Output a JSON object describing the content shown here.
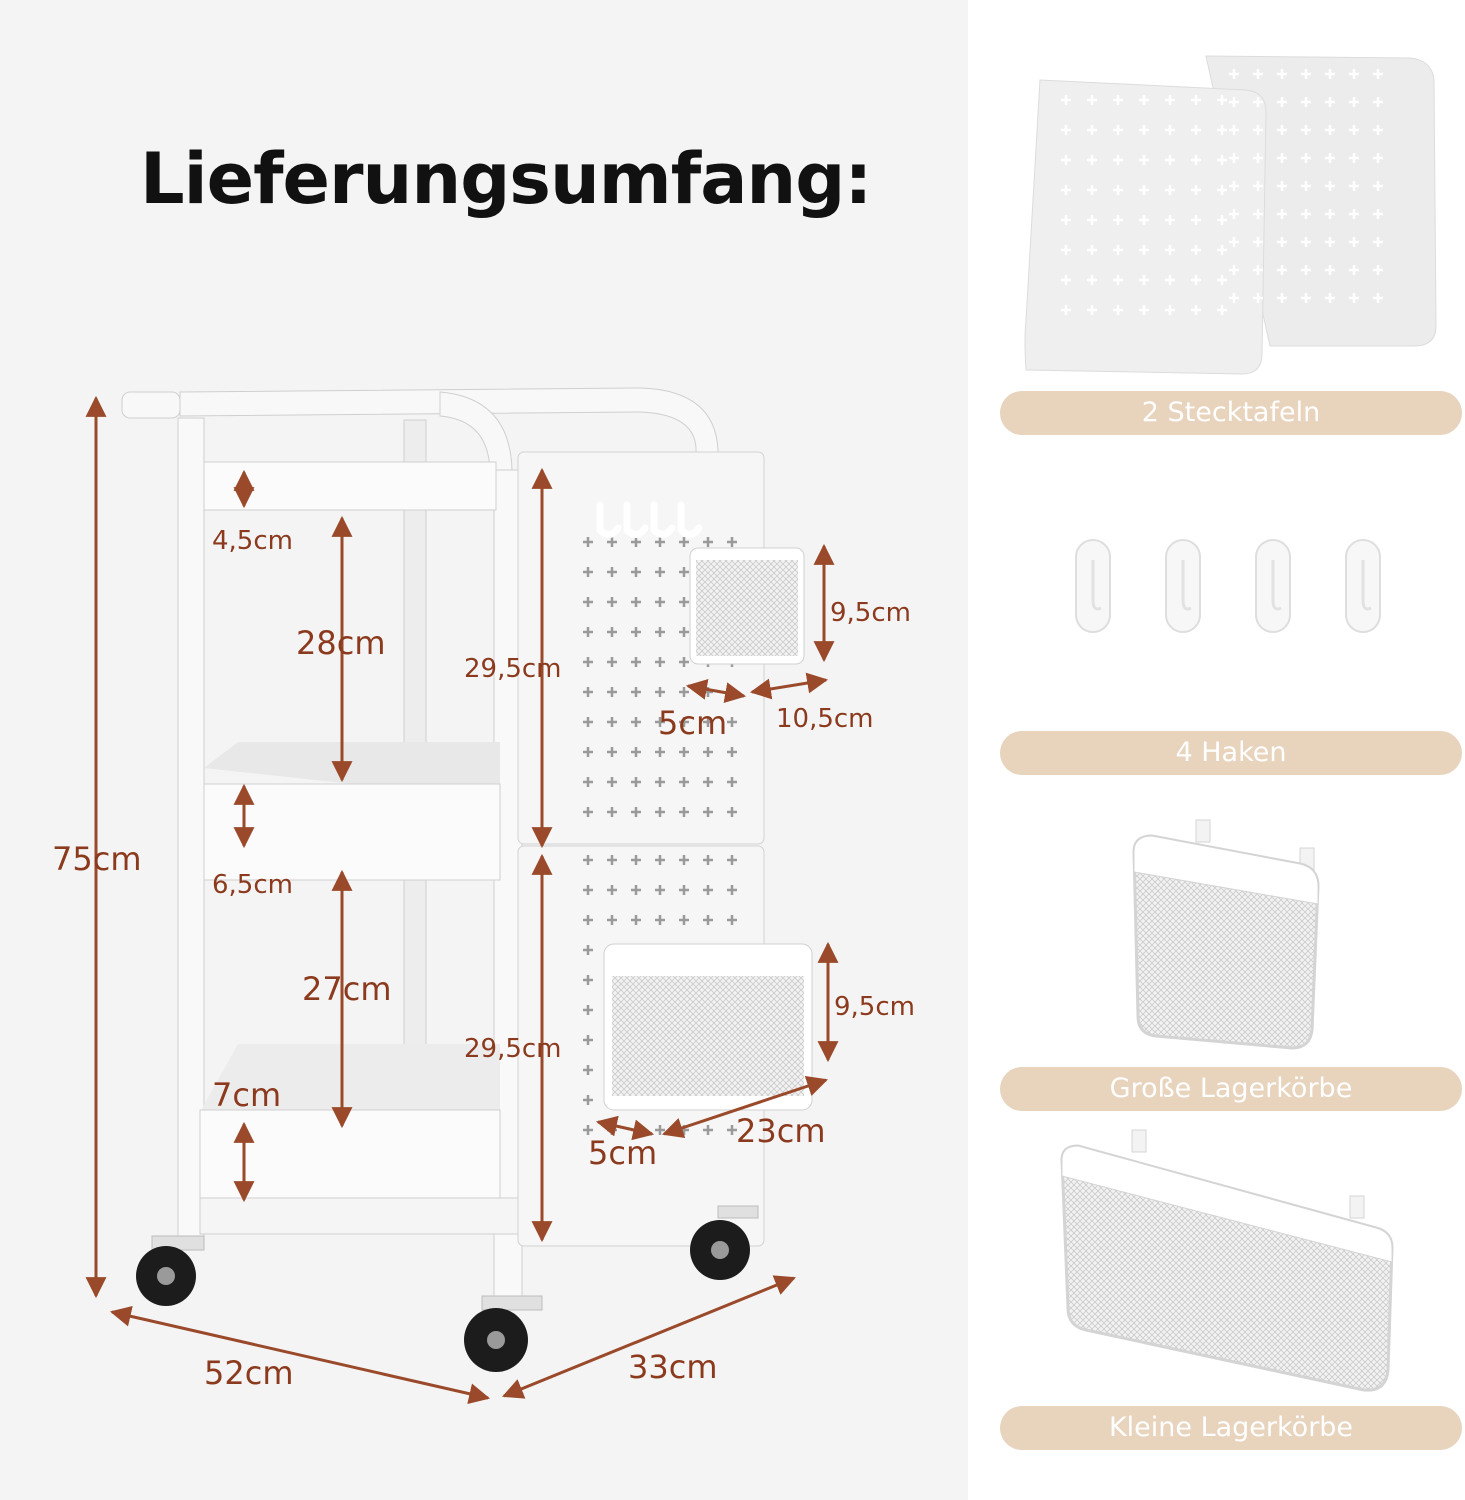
{
  "headline": "Lieferungsumfang:",
  "colors": {
    "dimension_text": "#8b3a1e",
    "dimension_arrow": "#9a4a2a",
    "pill_background": "#e8d3bd",
    "pill_text": "#ffffff",
    "left_panel_background": "#f4f4f4"
  },
  "dimensions": {
    "total_height": "75cm",
    "width": "52cm",
    "depth": "33cm",
    "top_rail": "4,5cm",
    "upper_gap": "28cm",
    "middle_tray": "6,5cm",
    "lower_gap": "27cm",
    "bottom_tray": "7cm",
    "pegboard_upper": "29,5cm",
    "pegboard_lower": "29,5cm",
    "small_basket_height": "9,5cm",
    "small_basket_depth": "5cm",
    "small_basket_width": "10,5cm",
    "large_basket_height": "9,5cm",
    "large_basket_depth": "5cm",
    "large_basket_width": "23cm"
  },
  "items": [
    {
      "label": "2 Stecktafeln"
    },
    {
      "label": "4 Haken"
    },
    {
      "label": "Große Lagerkörbe"
    },
    {
      "label": "Kleine Lagerkörbe"
    }
  ]
}
